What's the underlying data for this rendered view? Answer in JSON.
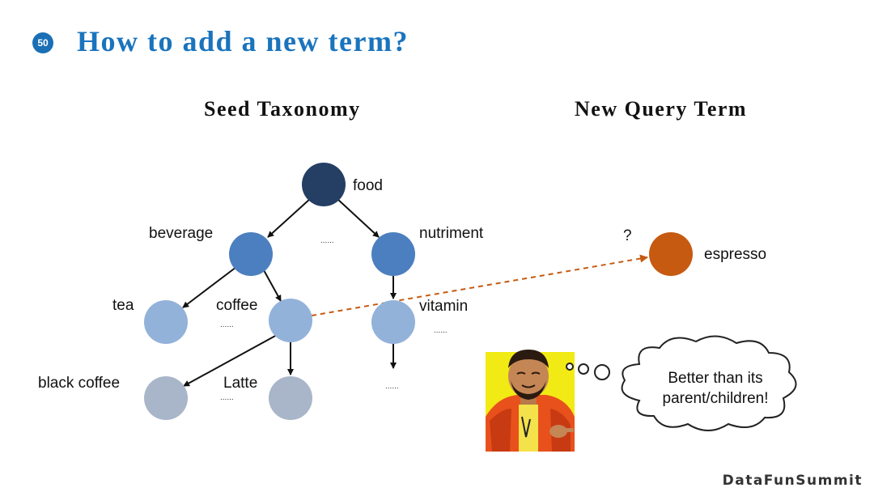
{
  "slide": {
    "number": "50",
    "title": "How to add a new term?"
  },
  "headings": {
    "left": "Seed Taxonomy",
    "right": "New Query Term"
  },
  "taxonomy": {
    "nodes": {
      "food": {
        "label": "food",
        "color": "#243f63"
      },
      "beverage": {
        "label": "beverage",
        "color": "#4c7fbf"
      },
      "nutriment": {
        "label": "nutriment",
        "color": "#4c7fbf"
      },
      "tea": {
        "label": "tea",
        "color": "#93b2da"
      },
      "coffee": {
        "label": "coffee",
        "color": "#93b2da"
      },
      "vitamin": {
        "label": "vitamin",
        "color": "#93b2da"
      },
      "black_coffee": {
        "label": "black coffee",
        "color": "#a9b6c9"
      },
      "latte": {
        "label": "Latte",
        "color": "#a9b6c9"
      }
    },
    "ellipsis": "......"
  },
  "query": {
    "label": "espresso",
    "question_mark": "?",
    "color": "#c65a10"
  },
  "thought_bubble": {
    "line1": "Better than its",
    "line2": "parent/children!"
  },
  "meme": {
    "icon": "drake-approving-meme"
  },
  "footer": {
    "brand": "DataFunSummit"
  }
}
